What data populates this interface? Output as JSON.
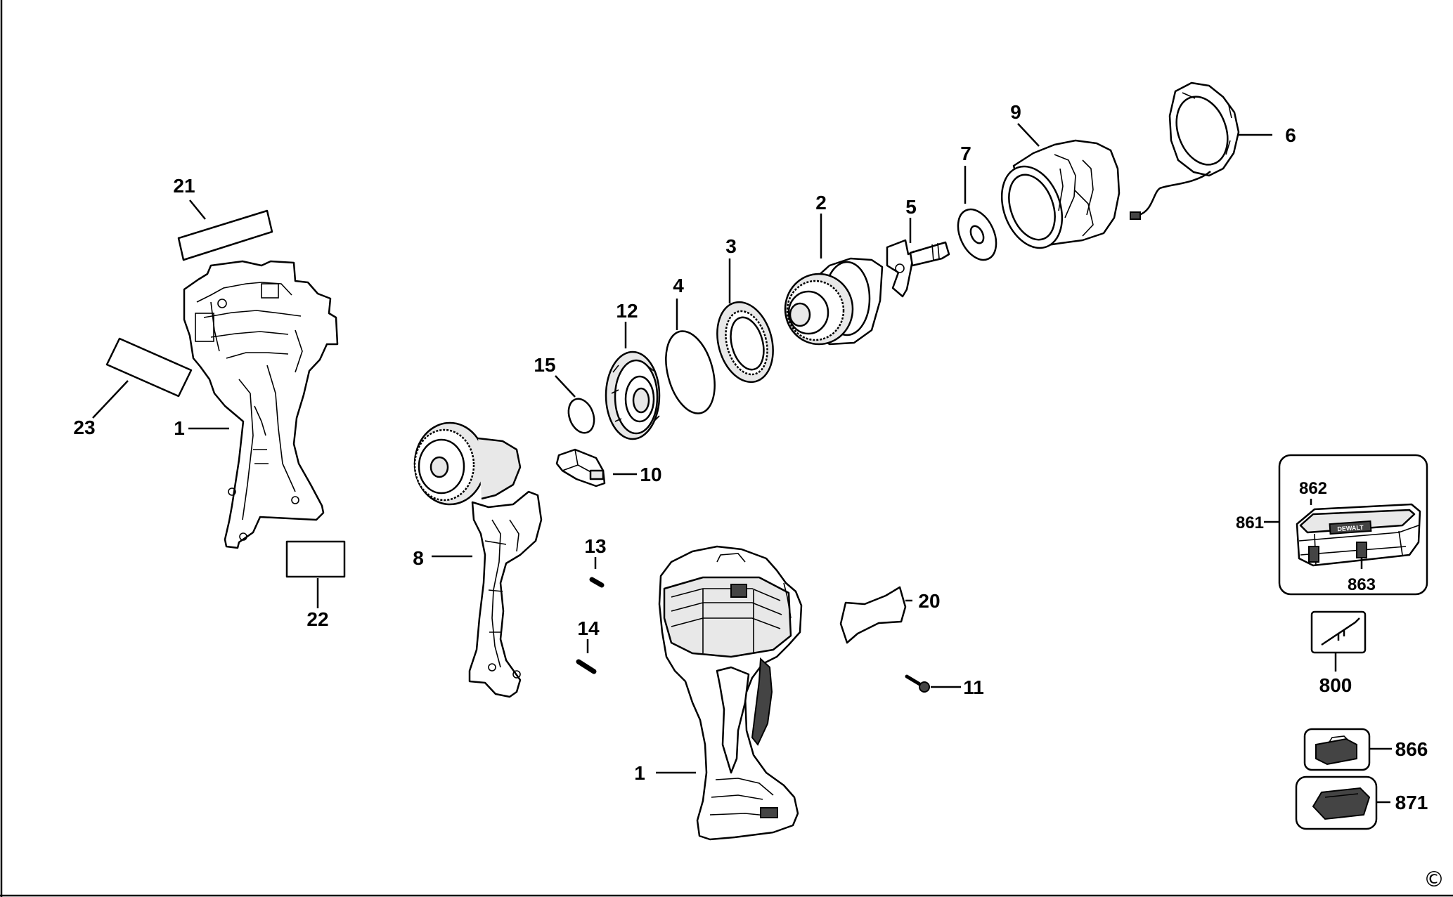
{
  "labels": {
    "p21": "21",
    "p23": "23",
    "p1_housing": "1",
    "p22": "22",
    "p15": "15",
    "p12": "12",
    "p4": "4",
    "p3": "3",
    "p2": "2",
    "p5": "5",
    "p7": "7",
    "p9": "9",
    "p6": "6",
    "p10": "10",
    "p8": "8",
    "p13": "13",
    "p14": "14",
    "p1_tool": "1",
    "p20": "20",
    "p11": "11",
    "p861": "861",
    "p862": "862",
    "p863": "863",
    "p800": "800",
    "p866": "866",
    "p871": "871"
  },
  "copyright": "©",
  "brand_mark": "DEWALT"
}
